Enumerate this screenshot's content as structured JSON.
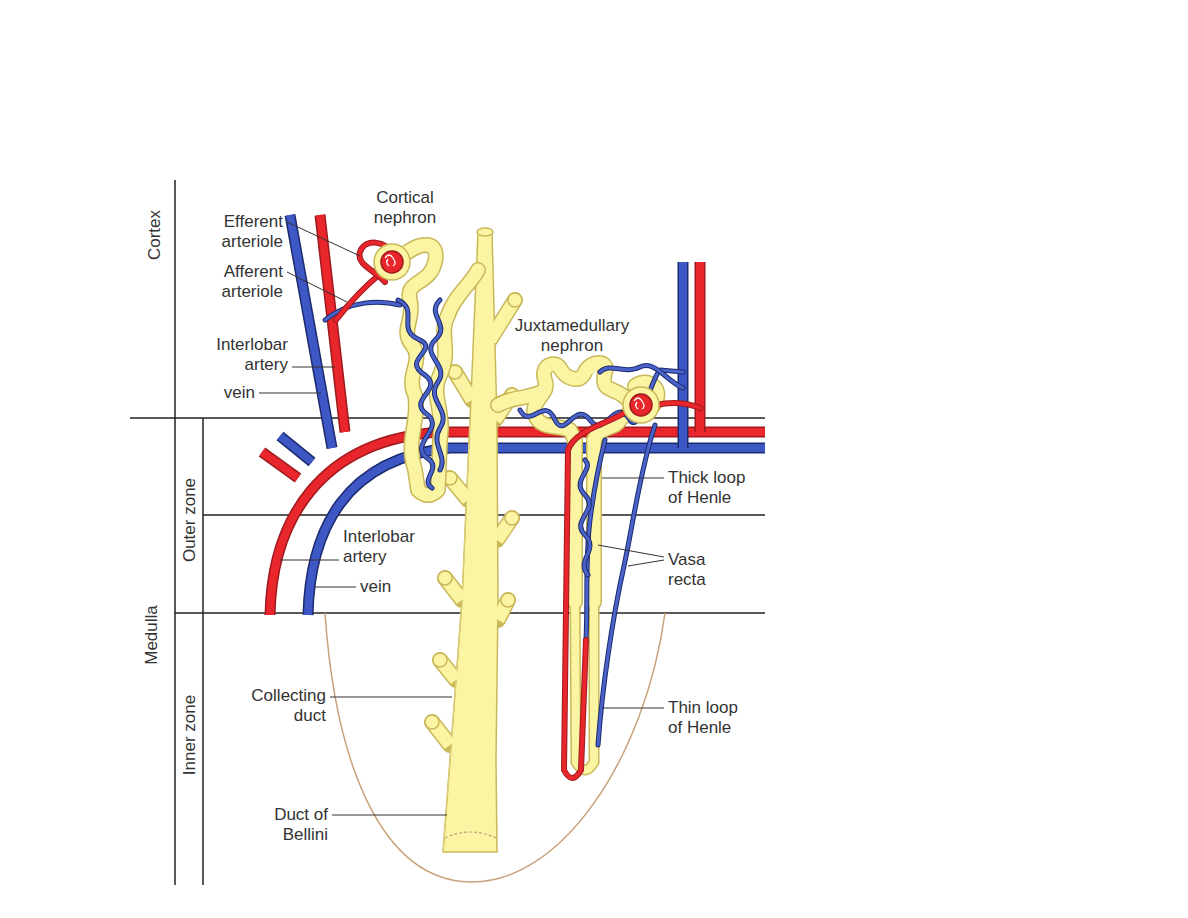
{
  "diagram": {
    "labels": [
      "Cortical nephron",
      "Efferent arteriole",
      "Afferent arteriole",
      "Interlobar artery",
      "vein",
      "Juxtamedullary nephron",
      "Cortex",
      "Medulla",
      "Outer zone",
      "Inner zone",
      "Thick loop of Henle",
      "Interlobar artery",
      "vein",
      "Vasa recta",
      "Collecting duct",
      "Thin loop of Henle",
      "Duct of Bellini"
    ]
  }
}
